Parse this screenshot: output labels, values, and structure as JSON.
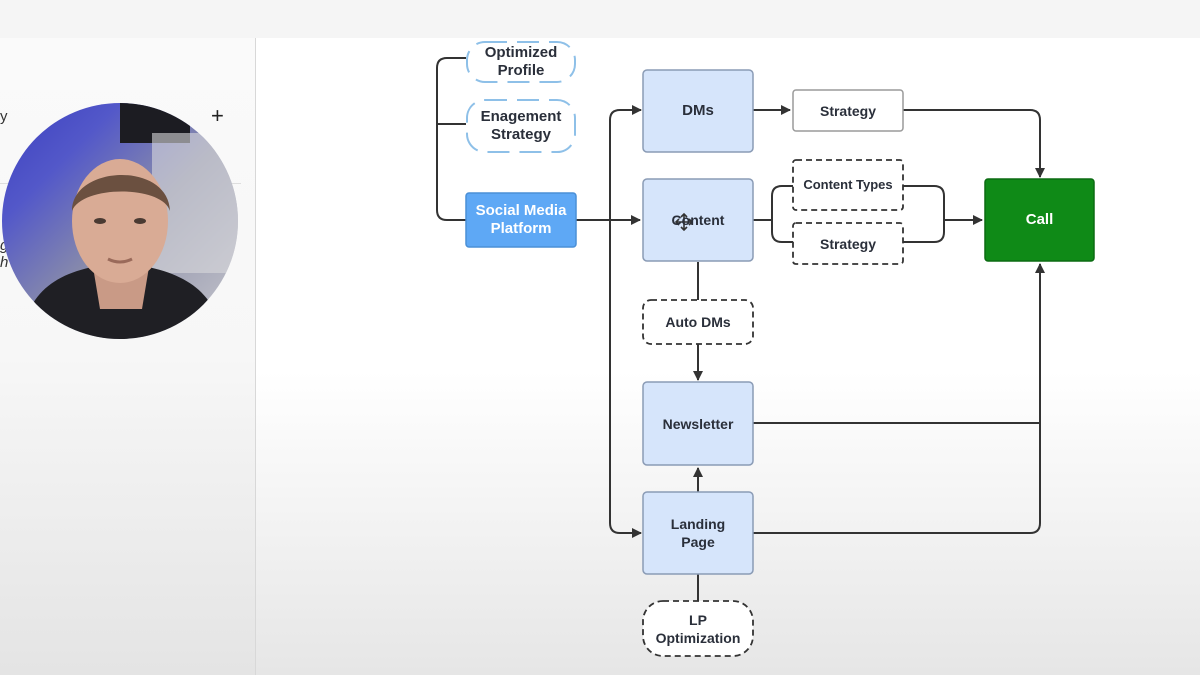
{
  "sidebar": {
    "fragment_1": "y",
    "fragment_2": "g",
    "fragment_3": "h",
    "add_label": "+"
  },
  "diagram": {
    "nodes": {
      "optimized_profile": "Optimized Profile",
      "engagement_strategy": "Enagement Strategy",
      "social_media_platform": "Social Media Platform",
      "dms": "DMs",
      "strategy_top": "Strategy",
      "content": "Content",
      "content_types": "Content Types",
      "strategy_content": "Strategy",
      "call": "Call",
      "auto_dms": "Auto DMs",
      "newsletter": "Newsletter",
      "landing_page": "Landing Page",
      "lp_optimization": "LP Optimization"
    },
    "colors": {
      "node_fill": "#d6e5fb",
      "node_stroke": "#8a9bb5",
      "platform_fill": "#5ea8f5",
      "call_fill": "#0f8a17",
      "outline_dashed": "#333333",
      "outline_blue_dashed": "#8ec0e8",
      "connector": "#333333"
    }
  }
}
